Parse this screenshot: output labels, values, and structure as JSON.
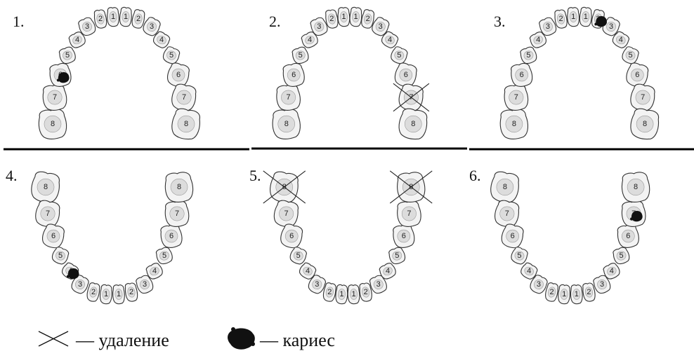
{
  "panels": [
    {
      "number": "1.",
      "jaw": "upper",
      "labels": [
        "8",
        "7",
        "6",
        "5",
        "4",
        "3",
        "2",
        "1",
        "1",
        "2",
        "3",
        "4",
        "5",
        "6",
        "7",
        "8"
      ],
      "marks": [
        {
          "type": "caries",
          "tooth_index": 2
        }
      ]
    },
    {
      "number": "2.",
      "jaw": "upper",
      "labels": [
        "8",
        "7",
        "6",
        "5",
        "4",
        "3",
        "2",
        "1",
        "1",
        "2",
        "3",
        "4",
        "5",
        "6",
        "7",
        "8"
      ],
      "marks": [
        {
          "type": "extraction",
          "tooth_index": 14
        }
      ]
    },
    {
      "number": "3.",
      "jaw": "upper",
      "labels": [
        "8",
        "7",
        "6",
        "5",
        "4",
        "3",
        "2",
        "1",
        "1",
        "2",
        "3",
        "4",
        "5",
        "6",
        "7",
        "8"
      ],
      "marks": [
        {
          "type": "caries",
          "tooth_index": 9
        }
      ]
    },
    {
      "number": "4.",
      "jaw": "lower",
      "labels": [
        "8",
        "7",
        "6",
        "5",
        "4",
        "3",
        "2",
        "1",
        "1",
        "2",
        "3",
        "4",
        "5",
        "6",
        "7",
        "8"
      ],
      "marks": [
        {
          "type": "caries",
          "tooth_index": 4
        }
      ]
    },
    {
      "number": "5.",
      "jaw": "lower",
      "labels": [
        "8",
        "7",
        "6",
        "5",
        "4",
        "3",
        "2",
        "1",
        "1",
        "2",
        "3",
        "4",
        "5",
        "6",
        "7",
        "8"
      ],
      "marks": [
        {
          "type": "extraction",
          "tooth_index": 0
        },
        {
          "type": "extraction",
          "tooth_index": 15
        }
      ]
    },
    {
      "number": "6.",
      "jaw": "lower",
      "labels": [
        "8",
        "7",
        "6",
        "5",
        "4",
        "3",
        "2",
        "1",
        "1",
        "2",
        "3",
        "4",
        "5",
        "6",
        "7",
        "8"
      ],
      "marks": [
        {
          "type": "caries",
          "tooth_index": 14
        }
      ]
    }
  ],
  "legend": {
    "extraction_label": "— удаление",
    "caries_label": "— кариес",
    "extraction_icon": "cross-icon",
    "caries_icon": "blot-icon"
  },
  "colors": {
    "tooth_fill": "#f3f3f3",
    "tooth_outline": "#333333",
    "mark": "#111111",
    "divider": "#000000"
  }
}
